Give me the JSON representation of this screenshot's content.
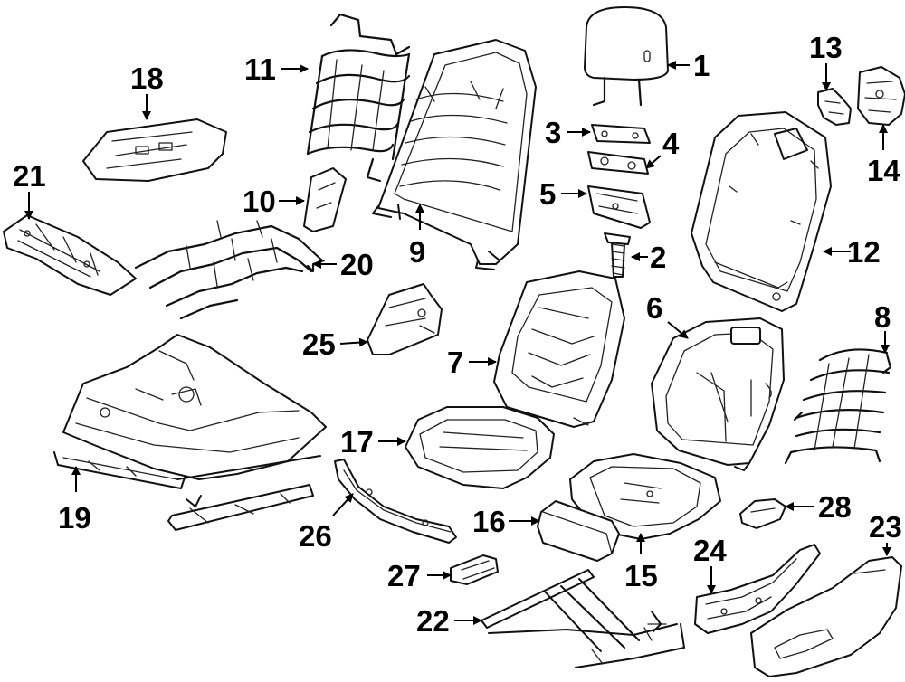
{
  "callouts": [
    {
      "label": "1"
    },
    {
      "label": "2"
    },
    {
      "label": "3"
    },
    {
      "label": "4"
    },
    {
      "label": "5"
    },
    {
      "label": "6"
    },
    {
      "label": "7"
    },
    {
      "label": "8"
    },
    {
      "label": "9"
    },
    {
      "label": "10"
    },
    {
      "label": "11"
    },
    {
      "label": "12"
    },
    {
      "label": "13"
    },
    {
      "label": "14"
    },
    {
      "label": "15"
    },
    {
      "label": "16"
    },
    {
      "label": "17"
    },
    {
      "label": "18"
    },
    {
      "label": "19"
    },
    {
      "label": "20"
    },
    {
      "label": "21"
    },
    {
      "label": "22"
    },
    {
      "label": "23"
    },
    {
      "label": "24"
    },
    {
      "label": "25"
    },
    {
      "label": "26"
    },
    {
      "label": "27"
    },
    {
      "label": "28"
    }
  ],
  "colors": {
    "line": "#111111",
    "background": "#ffffff"
  }
}
